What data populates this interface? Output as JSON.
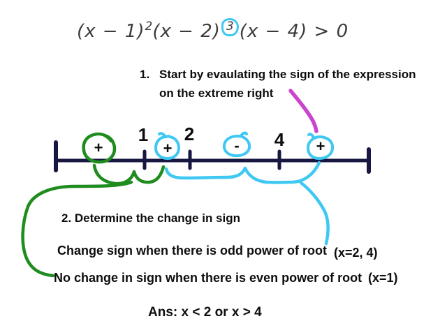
{
  "colors": {
    "navy": "#171742",
    "green": "#1f8c1f",
    "cyan": "#3fc8f2",
    "magenta": "#cb44ce",
    "ink": "#0d0d0d",
    "formula": "#3b3b3b"
  },
  "formula": {
    "factor1": "(x − 1)",
    "exp1": "2",
    "factor2": "(x − 2)",
    "exp2": "3",
    "factor3": "(x − 4)",
    "relation": "> 0"
  },
  "step1": {
    "number": "1.",
    "line1": "Start by evaulating the sign of the expression",
    "line2": "on the extreme right"
  },
  "number_line": {
    "labels": [
      {
        "text": "1"
      },
      {
        "text": "2"
      },
      {
        "text": "4"
      }
    ],
    "signs": [
      {
        "value": "+",
        "region": "left-of-1",
        "circle_color": "#1f8c1f"
      },
      {
        "value": "+",
        "region": "between-1-and-2",
        "circle_color": "#3fc8f2"
      },
      {
        "value": "-",
        "region": "between-2-and-4",
        "circle_color": "#3fc8f2"
      },
      {
        "value": "+",
        "region": "right-of-4",
        "circle_color": "#3fc8f2"
      }
    ]
  },
  "step2": {
    "text": "2. Determine the change in sign"
  },
  "rules": {
    "odd": "Change sign when there is odd power of root",
    "odd_note": "(x=2, 4)",
    "even": "No change in sign when there is even power of root",
    "even_note": "(x=1)"
  },
  "answer": "Ans: x < 2 or x > 4"
}
